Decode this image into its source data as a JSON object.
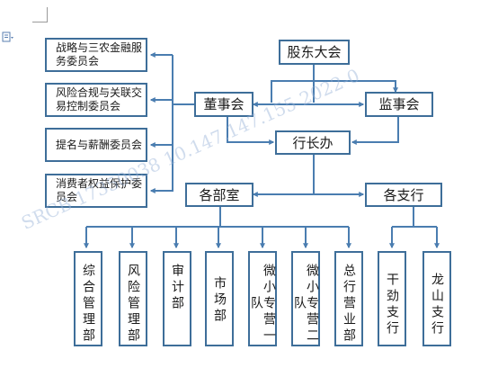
{
  "watermark": "SRCB 17350038 10.147.147.155 2022-0",
  "nodes": {
    "shareholders": "股东大会",
    "board": "董事会",
    "supervisors": "监事会",
    "president": "行长办",
    "strategy": "战略与三农金融服务委员会",
    "risk_committee": "风险合规与关联交易控制委员会",
    "nomination": "提名与薪酬委员会",
    "consumer": "消费者权益保护委员会",
    "departments": "各部室",
    "branches": "各支行",
    "dept_general": "综合管理部",
    "dept_risk": "风险管理部",
    "dept_audit": "审计部",
    "dept_market": "市场部",
    "dept_micro1": "微小专营一队",
    "dept_micro2": "微小专营二队",
    "dept_business": "总行营业部",
    "branch_ganjin": "干劲支行",
    "branch_longshan": "龙山支行"
  },
  "colors": {
    "line": "#4a7db0",
    "box_border": "#3e6e99"
  }
}
